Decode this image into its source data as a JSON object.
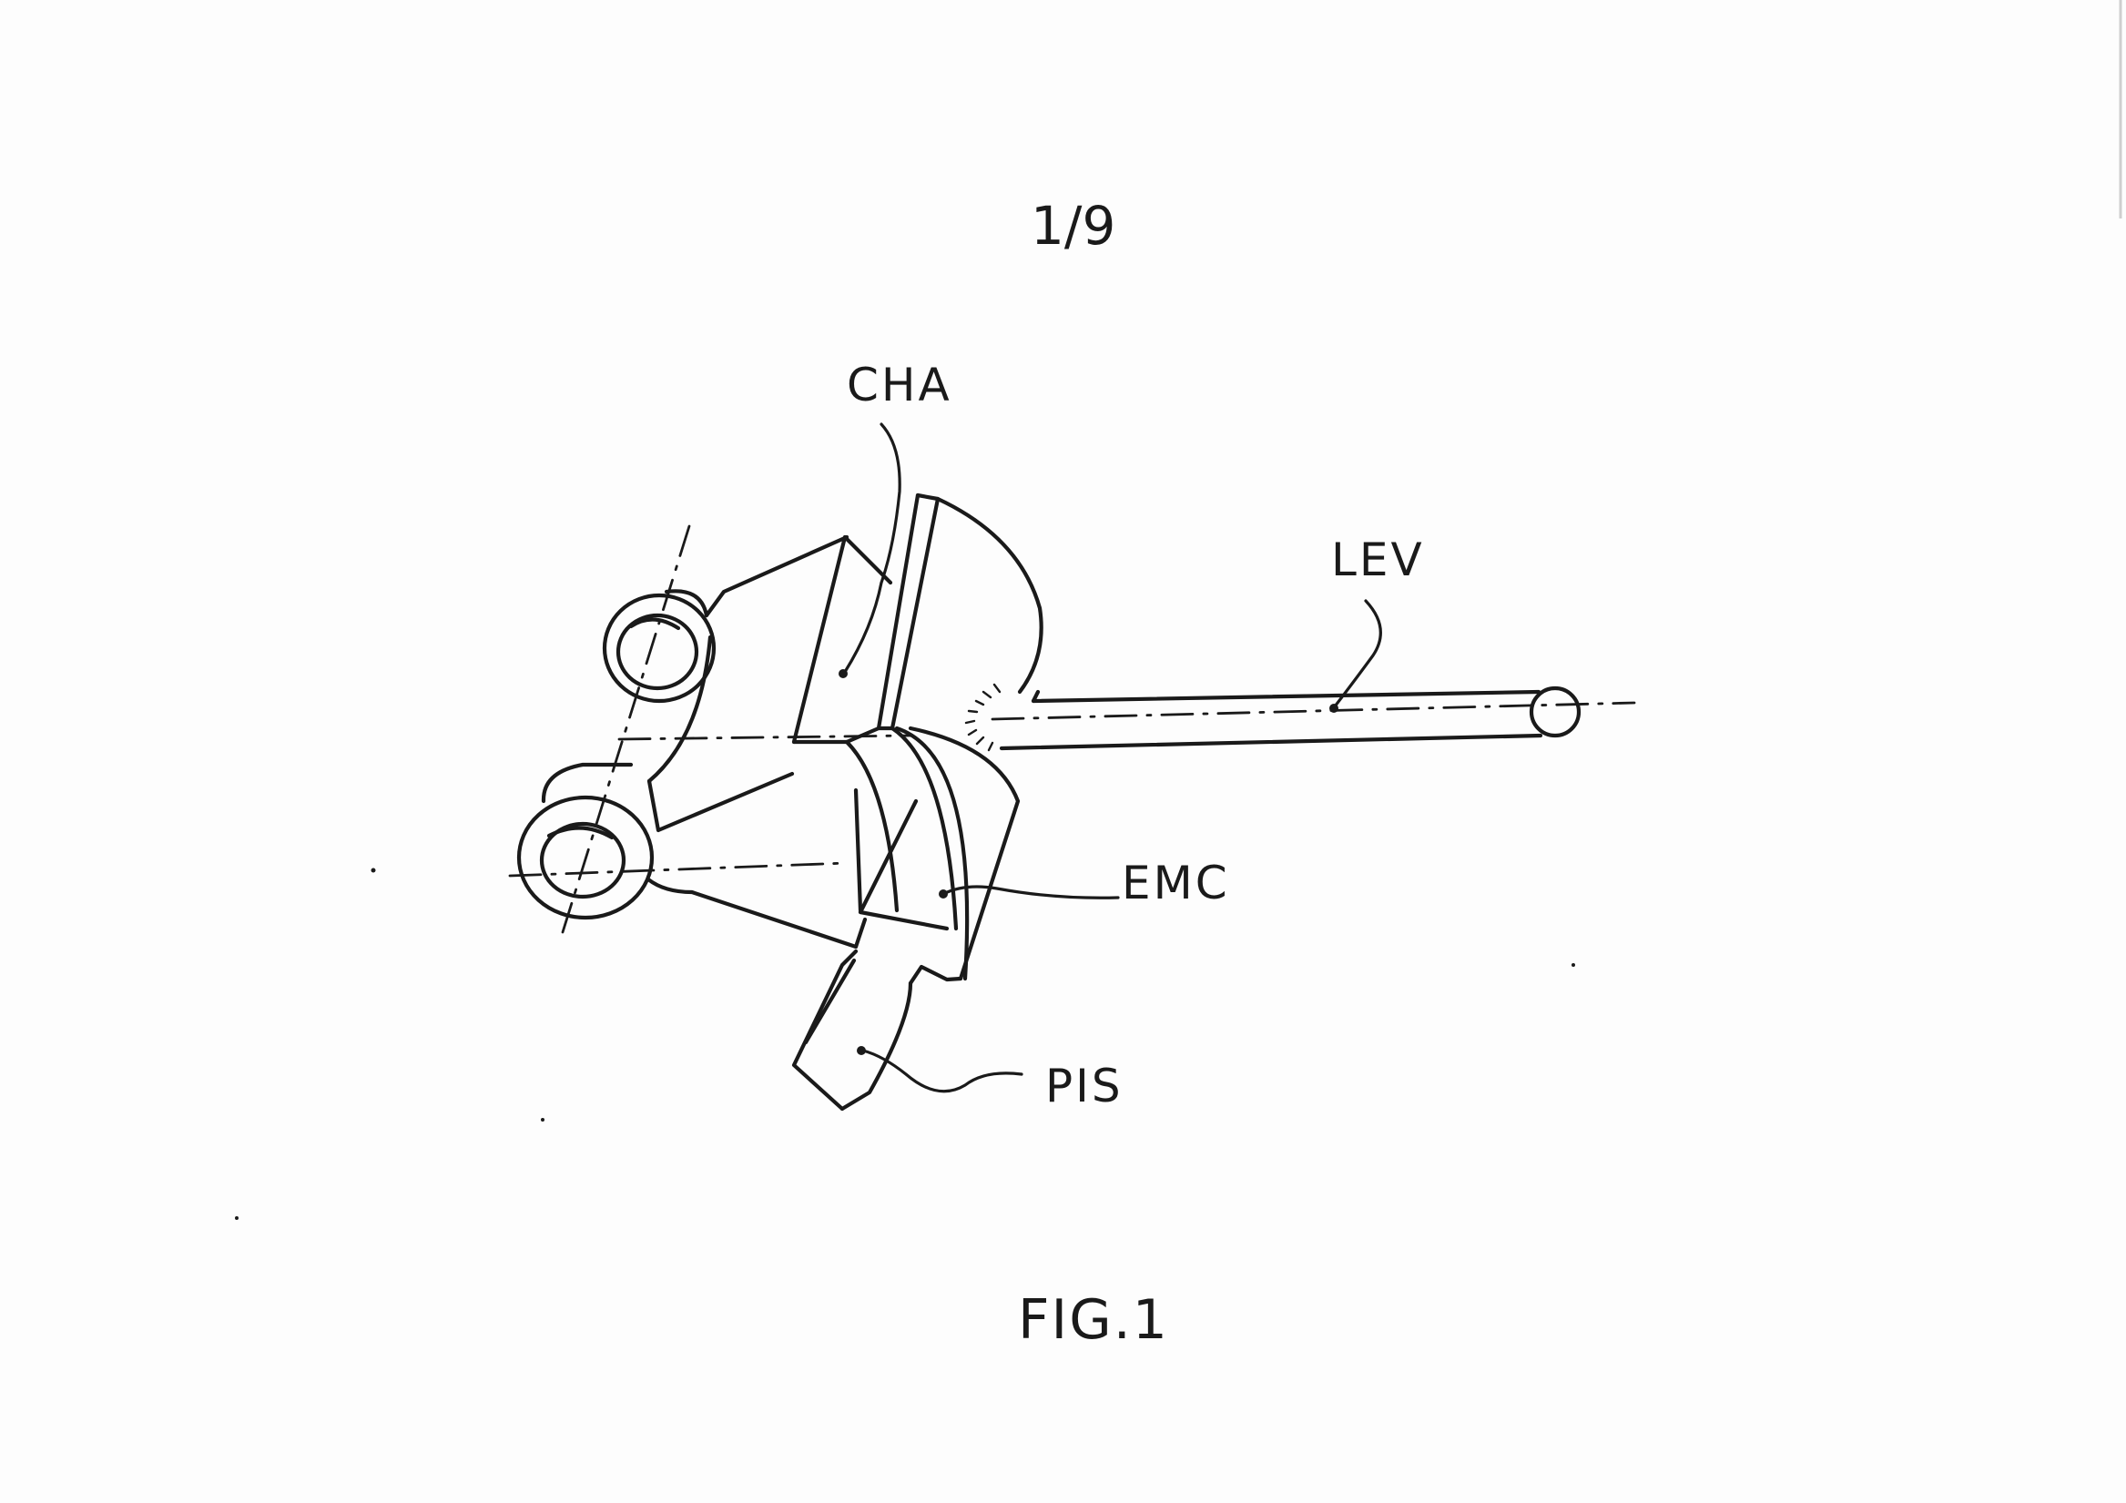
{
  "page": {
    "sheet_number": "1/9",
    "figure_caption": "FIG.1"
  },
  "labels": {
    "cha": "CHA",
    "lev": "LEV",
    "emc": "EMC",
    "pis": "PIS"
  },
  "colors": {
    "ink": "#1a1a1a",
    "paper": "#fdfdfd"
  }
}
